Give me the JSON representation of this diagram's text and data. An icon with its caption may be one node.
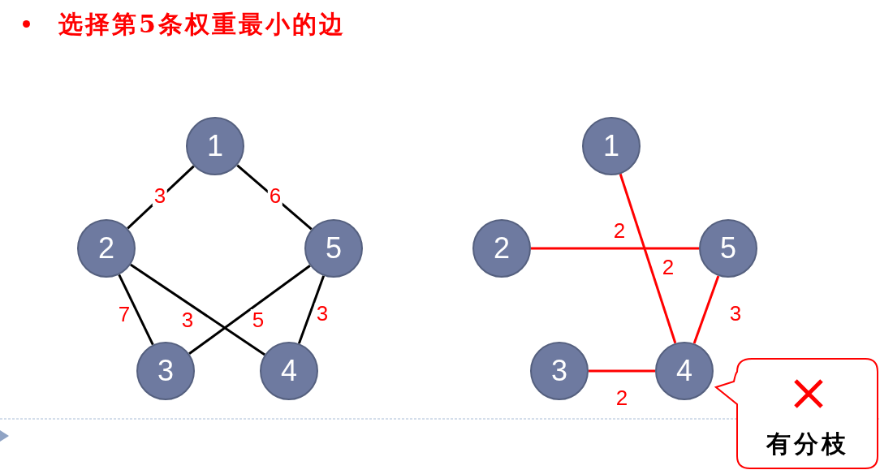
{
  "diagram": {
    "title": "选择第5条权重最小的边",
    "nodes": [
      {
        "text": [
          "1"
        ]
      },
      {
        "text": [
          "2"
        ]
      },
      {
        "text": [
          "5"
        ]
      },
      {
        "text": [
          "3"
        ]
      },
      {
        "text": [
          "4"
        ]
      },
      {
        "text": [
          "1"
        ]
      },
      {
        "text": [
          "2"
        ]
      },
      {
        "text": [
          "5"
        ]
      },
      {
        "text": [
          "3"
        ]
      },
      {
        "text": [
          "4"
        ]
      },
      {
        "text": [
          "有分枝"
        ]
      }
    ],
    "edges": [
      {
        "from": 0,
        "to": 1,
        "arrow": "none",
        "label": "3"
      },
      {
        "from": 0,
        "to": 2,
        "arrow": "none",
        "label": "6"
      },
      {
        "from": 1,
        "to": 3,
        "arrow": "none",
        "label": "7"
      },
      {
        "from": 1,
        "to": 4,
        "arrow": "none",
        "label": "3"
      },
      {
        "from": 2,
        "to": 3,
        "arrow": "none",
        "label": "5"
      },
      {
        "from": 2,
        "to": 4,
        "arrow": "none",
        "label": "3"
      },
      {
        "from": 6,
        "to": 7,
        "arrow": "none",
        "label": "2",
        "color": "#ff0000"
      },
      {
        "from": 5,
        "to": 9,
        "arrow": "none",
        "label": "2",
        "color": "#ff0000"
      },
      {
        "from": 7,
        "to": 9,
        "arrow": "none",
        "label": "3",
        "color": "#ff0000"
      },
      {
        "from": 8,
        "to": 9,
        "arrow": "none",
        "label": "2",
        "color": "#ff0000"
      }
    ]
  }
}
